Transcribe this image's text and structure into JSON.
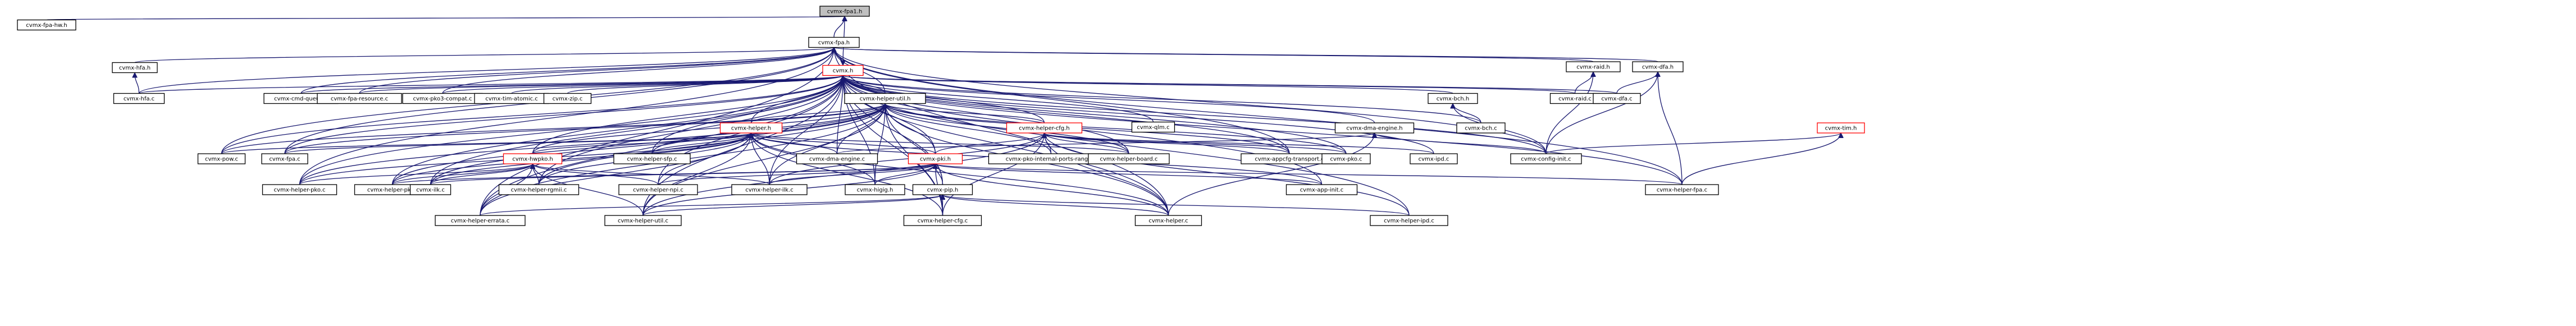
{
  "colors": {
    "edge": "#191970",
    "node_border_normal": "#000000",
    "node_border_truncated": "#ff0000",
    "root_fill": "#bfbfbf",
    "node_fill": "#ffffff"
  },
  "nodes": [
    {
      "id": "root",
      "label": "cvmx-fpa1.h",
      "kind": "root"
    },
    {
      "id": "fpa_hw",
      "label": "cvmx-fpa-hw.h"
    },
    {
      "id": "fpa",
      "label": "cvmx-fpa.h"
    },
    {
      "id": "hfa",
      "label": "cvmx-hfa.h"
    },
    {
      "id": "cvmx",
      "label": "cvmx.h",
      "kind": "truncated"
    },
    {
      "id": "raid_h",
      "label": "cvmx-raid.h"
    },
    {
      "id": "dfa_h",
      "label": "cvmx-dfa.h"
    },
    {
      "id": "hfa_c",
      "label": "cvmx-hfa.c"
    },
    {
      "id": "cmd_queue",
      "label": "cvmx-cmd-queue.c"
    },
    {
      "id": "fpa_resource",
      "label": "cvmx-fpa-resource.c"
    },
    {
      "id": "pko3_compat",
      "label": "cvmx-pko3-compat.c"
    },
    {
      "id": "tim_atomic",
      "label": "cvmx-tim-atomic.c"
    },
    {
      "id": "zip",
      "label": "cvmx-zip.c"
    },
    {
      "id": "helper_util_h",
      "label": "cvmx-helper-util.h"
    },
    {
      "id": "qlm",
      "label": "cvmx-qlm.c"
    },
    {
      "id": "bch_h",
      "label": "cvmx-bch.h"
    },
    {
      "id": "raid_c",
      "label": "cvmx-raid.c"
    },
    {
      "id": "dfa_c",
      "label": "cvmx-dfa.c"
    },
    {
      "id": "helper_h",
      "label": "cvmx-helper.h",
      "kind": "truncated"
    },
    {
      "id": "helper_cfg_h",
      "label": "cvmx-helper-cfg.h",
      "kind": "truncated"
    },
    {
      "id": "dma_engine_h",
      "label": "cvmx-dma-engine.h"
    },
    {
      "id": "bch_c",
      "label": "cvmx-bch.c"
    },
    {
      "id": "tim_h",
      "label": "cvmx-tim.h",
      "kind": "truncated"
    },
    {
      "id": "pow",
      "label": "cvmx-pow.c"
    },
    {
      "id": "fpa_c",
      "label": "cvmx-fpa.c"
    },
    {
      "id": "hwpko_h",
      "label": "cvmx-hwpko.h",
      "kind": "truncated"
    },
    {
      "id": "helper_sfp",
      "label": "cvmx-helper-sfp.c"
    },
    {
      "id": "dma_engine_c",
      "label": "cvmx-dma-engine.c"
    },
    {
      "id": "pki_h",
      "label": "cvmx-pki.h",
      "kind": "truncated"
    },
    {
      "id": "pko_parts",
      "label": "cvmx-pko-internal-ports-range.c"
    },
    {
      "id": "helper_board",
      "label": "cvmx-helper-board.c"
    },
    {
      "id": "appcfg",
      "label": "cvmx-appcfg-transport.c"
    },
    {
      "id": "pko_c",
      "label": "cvmx-pko.c"
    },
    {
      "id": "ipd_c",
      "label": "cvmx-ipd.c"
    },
    {
      "id": "config_init",
      "label": "cvmx-config-init.c"
    },
    {
      "id": "helper_pko",
      "label": "cvmx-helper-pko.c"
    },
    {
      "id": "helper_pki",
      "label": "cvmx-helper-pki.c"
    },
    {
      "id": "ilk",
      "label": "cvmx-ilk.c"
    },
    {
      "id": "helper_rgmii",
      "label": "cvmx-helper-rgmii.c"
    },
    {
      "id": "helper_npi",
      "label": "cvmx-helper-npi.c"
    },
    {
      "id": "helper_ilk",
      "label": "cvmx-helper-ilk.c"
    },
    {
      "id": "higig",
      "label": "cvmx-higig.h"
    },
    {
      "id": "pip_h",
      "label": "cvmx-pip.h"
    },
    {
      "id": "app_init",
      "label": "cvmx-app-init.c"
    },
    {
      "id": "helper_fpa",
      "label": "cvmx-helper-fpa.c"
    },
    {
      "id": "helper_errata",
      "label": "cvmx-helper-errata.c"
    },
    {
      "id": "helper_util_c",
      "label": "cvmx-helper-util.c"
    },
    {
      "id": "helper_cfg_c",
      "label": "cvmx-helper-cfg.c"
    },
    {
      "id": "helper_c",
      "label": "cvmx-helper.c"
    },
    {
      "id": "helper_ipd",
      "label": "cvmx-helper-ipd.c"
    }
  ],
  "edges": [
    [
      "fpa_hw",
      "root"
    ],
    [
      "fpa",
      "root"
    ],
    [
      "cvmx",
      "root"
    ],
    [
      "hfa",
      "fpa"
    ],
    [
      "cvmx",
      "fpa"
    ],
    [
      "raid_h",
      "fpa"
    ],
    [
      "dfa_h",
      "fpa"
    ],
    [
      "hfa_c",
      "fpa"
    ],
    [
      "cmd_queue",
      "fpa"
    ],
    [
      "fpa_resource",
      "fpa"
    ],
    [
      "pko3_compat",
      "fpa"
    ],
    [
      "helper_util_h",
      "fpa"
    ],
    [
      "pow",
      "fpa"
    ],
    [
      "fpa_c",
      "fpa"
    ],
    [
      "helper_pko",
      "fpa"
    ],
    [
      "helper_errata",
      "fpa"
    ],
    [
      "helper_fpa",
      "fpa"
    ],
    [
      "helper_c",
      "fpa"
    ],
    [
      "appcfg",
      "fpa"
    ],
    [
      "config_init",
      "fpa"
    ],
    [
      "fpa",
      "cvmx"
    ],
    [
      "hfa_c",
      "hfa"
    ],
    [
      "hfa_c",
      "cvmx"
    ],
    [
      "cmd_queue",
      "cvmx"
    ],
    [
      "fpa_resource",
      "cvmx"
    ],
    [
      "pko3_compat",
      "cvmx"
    ],
    [
      "tim_atomic",
      "cvmx"
    ],
    [
      "zip",
      "cvmx"
    ],
    [
      "helper_util_h",
      "cvmx"
    ],
    [
      "qlm",
      "cvmx"
    ],
    [
      "bch_h",
      "cvmx"
    ],
    [
      "raid_c",
      "cvmx"
    ],
    [
      "dfa_c",
      "cvmx"
    ],
    [
      "helper_h",
      "cvmx"
    ],
    [
      "helper_cfg_h",
      "cvmx"
    ],
    [
      "dma_engine_h",
      "cvmx"
    ],
    [
      "bch_c",
      "cvmx"
    ],
    [
      "pow",
      "cvmx"
    ],
    [
      "fpa_c",
      "cvmx"
    ],
    [
      "hwpko_h",
      "cvmx"
    ],
    [
      "helper_sfp",
      "cvmx"
    ],
    [
      "dma_engine_c",
      "cvmx"
    ],
    [
      "pki_h",
      "cvmx"
    ],
    [
      "helper_board",
      "cvmx"
    ],
    [
      "appcfg",
      "cvmx"
    ],
    [
      "pko_c",
      "cvmx"
    ],
    [
      "ipd_c",
      "cvmx"
    ],
    [
      "config_init",
      "cvmx"
    ],
    [
      "helper_pko",
      "cvmx"
    ],
    [
      "helper_pki",
      "cvmx"
    ],
    [
      "ilk",
      "cvmx"
    ],
    [
      "helper_rgmii",
      "cvmx"
    ],
    [
      "helper_npi",
      "cvmx"
    ],
    [
      "helper_ilk",
      "cvmx"
    ],
    [
      "higig",
      "cvmx"
    ],
    [
      "pip_h",
      "cvmx"
    ],
    [
      "app_init",
      "cvmx"
    ],
    [
      "helper_fpa",
      "cvmx"
    ],
    [
      "helper_errata",
      "cvmx"
    ],
    [
      "helper_util_c",
      "cvmx"
    ],
    [
      "helper_cfg_c",
      "cvmx"
    ],
    [
      "helper_c",
      "cvmx"
    ],
    [
      "helper_ipd",
      "cvmx"
    ],
    [
      "raid_c",
      "raid_h"
    ],
    [
      "config_init",
      "raid_h"
    ],
    [
      "dfa_c",
      "dfa_h"
    ],
    [
      "helper_fpa",
      "dfa_h"
    ],
    [
      "config_init",
      "dfa_h"
    ],
    [
      "helper_h",
      "helper_util_h"
    ],
    [
      "helper_cfg_h",
      "helper_util_h"
    ],
    [
      "pow",
      "helper_util_h"
    ],
    [
      "fpa_c",
      "helper_util_h"
    ],
    [
      "hwpko_h",
      "helper_util_h"
    ],
    [
      "helper_sfp",
      "helper_util_h"
    ],
    [
      "dma_engine_c",
      "helper_util_h"
    ],
    [
      "pki_h",
      "helper_util_h"
    ],
    [
      "pko_parts",
      "helper_util_h"
    ],
    [
      "helper_board",
      "helper_util_h"
    ],
    [
      "appcfg",
      "helper_util_h"
    ],
    [
      "helper_pko",
      "helper_util_h"
    ],
    [
      "helper_pki",
      "helper_util_h"
    ],
    [
      "ilk",
      "helper_util_h"
    ],
    [
      "helper_rgmii",
      "helper_util_h"
    ],
    [
      "helper_ilk",
      "helper_util_h"
    ],
    [
      "higig",
      "helper_util_h"
    ],
    [
      "pip_h",
      "helper_util_h"
    ],
    [
      "helper_errata",
      "helper_util_h"
    ],
    [
      "helper_util_c",
      "helper_util_h"
    ],
    [
      "helper_cfg_c",
      "helper_util_h"
    ],
    [
      "helper_c",
      "helper_util_h"
    ],
    [
      "pko_c",
      "helper_util_h"
    ],
    [
      "bch_c",
      "bch_h"
    ],
    [
      "config_init",
      "bch_h"
    ],
    [
      "helper_sfp",
      "helper_h"
    ],
    [
      "dma_engine_c",
      "helper_h"
    ],
    [
      "pki_h",
      "helper_h"
    ],
    [
      "helper_board",
      "helper_h"
    ],
    [
      "hwpko_h",
      "helper_h"
    ],
    [
      "pow",
      "helper_h"
    ],
    [
      "fpa_c",
      "helper_h"
    ],
    [
      "helper_pko",
      "helper_h"
    ],
    [
      "helper_pki",
      "helper_h"
    ],
    [
      "ilk",
      "helper_h"
    ],
    [
      "helper_rgmii",
      "helper_h"
    ],
    [
      "helper_npi",
      "helper_h"
    ],
    [
      "helper_ilk",
      "helper_h"
    ],
    [
      "higig",
      "helper_h"
    ],
    [
      "app_init",
      "helper_h"
    ],
    [
      "helper_errata",
      "helper_h"
    ],
    [
      "helper_util_c",
      "helper_h"
    ],
    [
      "helper_cfg_c",
      "helper_h"
    ],
    [
      "helper_c",
      "helper_h"
    ],
    [
      "pko_parts",
      "helper_cfg_h"
    ],
    [
      "helper_board",
      "helper_cfg_h"
    ],
    [
      "appcfg",
      "helper_cfg_h"
    ],
    [
      "pko_c",
      "helper_cfg_h"
    ],
    [
      "ipd_c",
      "helper_cfg_h"
    ],
    [
      "pki_h",
      "helper_cfg_h"
    ],
    [
      "helper_ilk",
      "helper_cfg_h"
    ],
    [
      "helper_util_c",
      "helper_cfg_h"
    ],
    [
      "helper_cfg_c",
      "helper_cfg_h"
    ],
    [
      "helper_c",
      "helper_cfg_h"
    ],
    [
      "helper_ipd",
      "helper_cfg_h"
    ],
    [
      "dma_engine_c",
      "dma_engine_h"
    ],
    [
      "config_init",
      "dma_engine_h"
    ],
    [
      "helper_c",
      "dma_engine_h"
    ],
    [
      "config_init",
      "tim_h"
    ],
    [
      "helper_fpa",
      "tim_h"
    ],
    [
      "helper_pko",
      "hwpko_h"
    ],
    [
      "helper_pki",
      "hwpko_h"
    ],
    [
      "ilk",
      "hwpko_h"
    ],
    [
      "helper_rgmii",
      "hwpko_h"
    ],
    [
      "helper_npi",
      "hwpko_h"
    ],
    [
      "helper_ilk",
      "hwpko_h"
    ],
    [
      "helper_errata",
      "hwpko_h"
    ],
    [
      "helper_util_c",
      "hwpko_h"
    ],
    [
      "helper_pki",
      "pki_h"
    ],
    [
      "ilk",
      "pki_h"
    ],
    [
      "helper_npi",
      "pki_h"
    ],
    [
      "helper_ilk",
      "pki_h"
    ],
    [
      "higig",
      "pki_h"
    ],
    [
      "pip_h",
      "pki_h"
    ],
    [
      "app_init",
      "pki_h"
    ],
    [
      "helper_fpa",
      "pki_h"
    ],
    [
      "helper_util_c",
      "pki_h"
    ],
    [
      "helper_cfg_c",
      "pki_h"
    ],
    [
      "helper_c",
      "pki_h"
    ],
    [
      "helper_util_c",
      "pip_h"
    ],
    [
      "helper_cfg_c",
      "pip_h"
    ],
    [
      "helper_c",
      "pip_h"
    ],
    [
      "helper_errata",
      "pip_h"
    ],
    [
      "helper_ipd",
      "pip_h"
    ]
  ]
}
